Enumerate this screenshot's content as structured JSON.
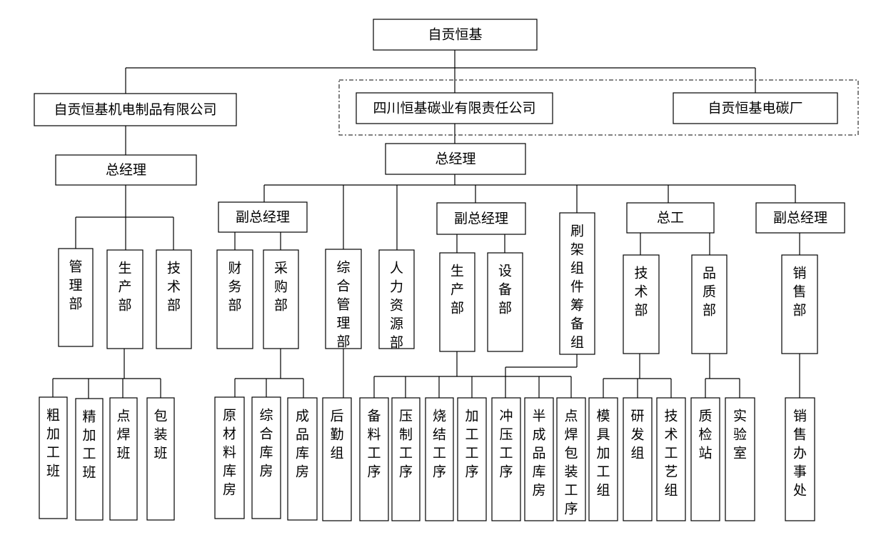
{
  "nodes": {
    "root": "自贡恒基",
    "co_jidian": "自贡恒基机电制品有限公司",
    "co_tanye": "四川恒基碳业有限责任公司",
    "co_diantan": "自贡恒基电碳厂",
    "gm_left": "总经理",
    "gm_mid": "总经理",
    "l_guanli": "管理部",
    "l_shengchan": "生产部",
    "l_jishu": "技术部",
    "l_cujiagong": "粗加工班",
    "l_jingjiagong": "精加工班",
    "l_dianhan": "点焊班",
    "l_baozhuang": "包装班",
    "vgm1": "副总经理",
    "vgm2": "副总经理",
    "chief_eng": "总工",
    "vgm3": "副总经理",
    "caiwu": "财务部",
    "caigou": "采购部",
    "zonghe": "综合管理部",
    "renli": "人力资源部",
    "shengchan": "生产部",
    "shebei": "设备部",
    "shuajia": "刷架组件筹备组",
    "jishu": "技术部",
    "pinzhi": "品质部",
    "xiaoshou": "销售部",
    "yuancailiao": "原材料库房",
    "zonghekufang": "综合库房",
    "chengpin": "成品库房",
    "houqin": "后勤组",
    "beiliao": "备料工序",
    "yazhi": "压制工序",
    "shaojie": "烧结工序",
    "jiagong": "加工工序",
    "chongya": "冲压工序",
    "banchengpin": "半成品库房",
    "dianhanbz": "点焊包装工序",
    "moju": "模具加工组",
    "yanfa": "研发组",
    "jishugongyi": "技术工艺组",
    "zhijian": "质检站",
    "shiyan": "实验室",
    "xiaoshouban": "销售办事处"
  }
}
